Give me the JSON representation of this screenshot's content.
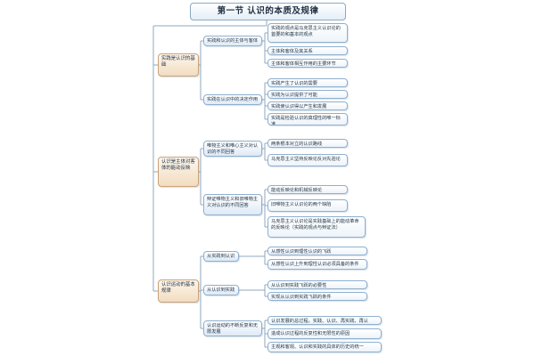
{
  "title": "第一节  认识的本质及规律",
  "sections": [
    {
      "label": "实践是认识的基础",
      "children": [
        {
          "label": "实践和认识的主体与客体",
          "children": [
            "实践的观点是马克思主义认识论的首要的和基本的观点",
            "主体和客体及其关系",
            "主体和客体相互作用的主要环节"
          ]
        },
        {
          "label": "实践在认识中的决定作用",
          "children": [
            "实践产生了认识的需要",
            "实践为认识提供了可能",
            "实践使认识得以产生和发展",
            "实践是检验认识的真理性的唯一标准"
          ]
        }
      ]
    },
    {
      "label": "认识是主体对客体的能动反映",
      "children": [
        {
          "label": "唯物主义和唯心主义对认识的不同回答",
          "children": [
            "两条根本对立的认识路线",
            "马克思主义坚持反映论反对先验论"
          ]
        },
        {
          "label": "辩证唯物主义和旧唯物主义对认识的不同回答",
          "children": [
            "能动反映论和机械反映论",
            "旧唯物主义认识论的两个缺陷",
            "马克思主义认识论是实践基础上的能动革命的反映论（实践的观点与辩证法）"
          ]
        }
      ]
    },
    {
      "label": "认识运动的基本规律",
      "children": [
        {
          "label": "从实践到认识",
          "children": [
            "从感性认识到理性认识的飞跃",
            "从感性认识上升到理性认识必须具备的条件"
          ]
        },
        {
          "label": "从认识到实践",
          "children": [
            "从认识到实践飞跃的必要性",
            "实现从认识到实践飞跃的条件"
          ]
        },
        {
          "label": "认识运动的不断反复和无限发展",
          "children": [
            "认识发展的总过程，实践、认识、再实践、再认识……",
            "造成认识过程的反复性和无限性的原因",
            "主观和客观、认识和实践的具体的历史的统一"
          ]
        }
      ]
    }
  ]
}
